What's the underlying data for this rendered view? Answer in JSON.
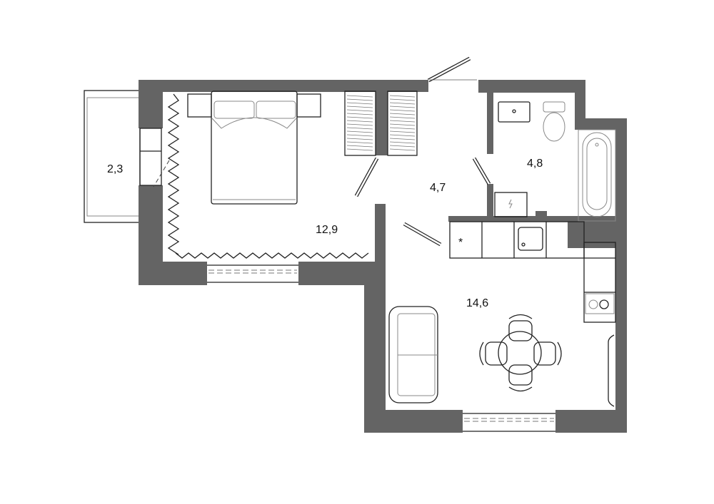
{
  "title": "Apartment floor plan",
  "colors": {
    "wall": "#646464",
    "line": "#222222",
    "background": "#ffffff"
  },
  "rooms": [
    {
      "name": "balcony",
      "area": "2,3"
    },
    {
      "name": "bedroom",
      "area": "12,9"
    },
    {
      "name": "hallway",
      "area": "4,7"
    },
    {
      "name": "bathroom",
      "area": "4,8"
    },
    {
      "name": "kitchen-living",
      "area": "14,6"
    }
  ],
  "kitchen": {
    "fridge_mark": "*"
  }
}
